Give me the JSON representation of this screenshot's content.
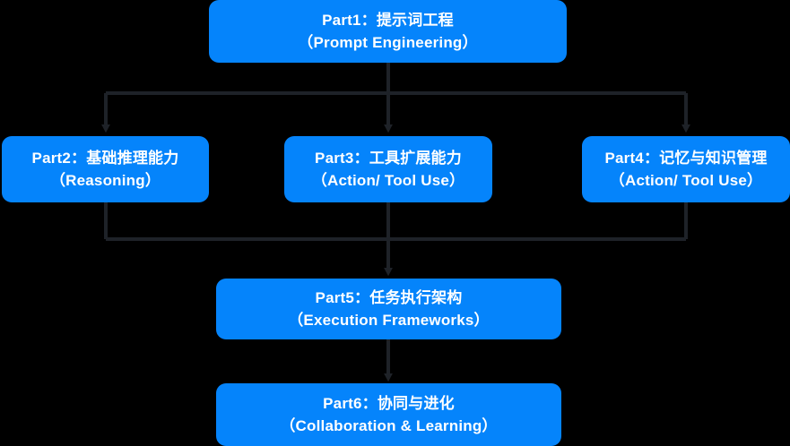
{
  "diagram": {
    "title": "Agent capability stack flowchart",
    "background_color": "#000000",
    "node_color": "#0584fb",
    "node_text_color": "#ffffff",
    "connector_color": "#1e2228",
    "nodes": [
      {
        "id": "part1",
        "line1": "Part1：提示词工程",
        "line2": "（Prompt Engineering）"
      },
      {
        "id": "part2",
        "line1": "Part2：基础推理能力",
        "line2": "（Reasoning）"
      },
      {
        "id": "part3",
        "line1": "Part3：工具扩展能力",
        "line2": "（Action/ Tool Use）"
      },
      {
        "id": "part4",
        "line1": "Part4：记忆与知识管理",
        "line2": "（Action/ Tool Use）"
      },
      {
        "id": "part5",
        "line1": "Part5：任务执行架构",
        "line2": "（Execution Frameworks）"
      },
      {
        "id": "part6",
        "line1": "Part6：协同与进化",
        "line2": "（Collaboration & Learning）"
      }
    ],
    "edges": [
      {
        "from": "part1",
        "to": "part2",
        "style": "orthogonal-arrow"
      },
      {
        "from": "part1",
        "to": "part3",
        "style": "orthogonal-arrow"
      },
      {
        "from": "part1",
        "to": "part4",
        "style": "orthogonal-arrow"
      },
      {
        "from": "part2",
        "to": "part5",
        "style": "orthogonal-merge"
      },
      {
        "from": "part3",
        "to": "part5",
        "style": "orthogonal-merge"
      },
      {
        "from": "part4",
        "to": "part5",
        "style": "orthogonal-merge"
      },
      {
        "from": "part5",
        "to": "part6",
        "style": "straight-arrow"
      }
    ]
  }
}
